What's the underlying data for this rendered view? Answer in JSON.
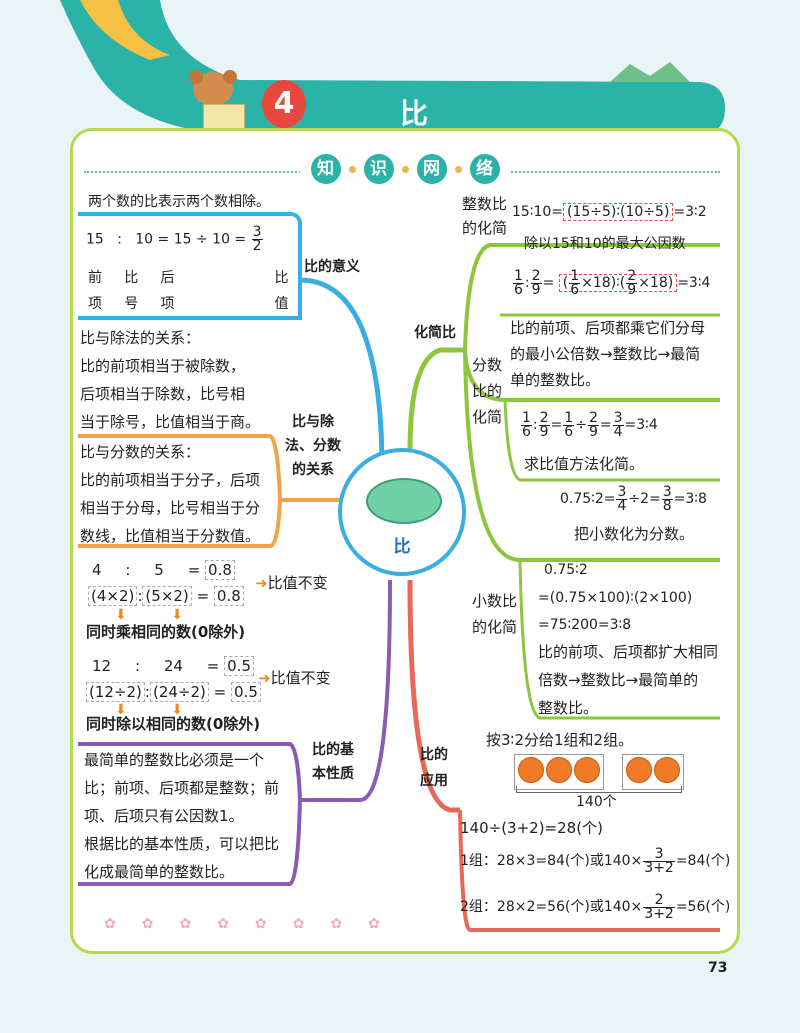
{
  "header": {
    "chapter_number": "4",
    "chapter_title": "比",
    "section_title": [
      "知",
      "识",
      "网",
      "络"
    ]
  },
  "center": {
    "label": "比"
  },
  "branches": {
    "meaning": "比的意义",
    "relation": [
      "比与除",
      "法、分数",
      "的关系"
    ],
    "basic": [
      "比的基",
      "本性质"
    ],
    "simplify": "化简比",
    "apply": [
      "比的",
      "应用"
    ]
  },
  "meaning": {
    "intro": "两个数的比表示两个数相除。",
    "expr": [
      "15",
      ":",
      "10 = 15",
      "÷",
      "10 ="
    ],
    "frac": {
      "n": "3",
      "d": "2"
    },
    "labels": [
      "前",
      "比",
      "后",
      "比"
    ],
    "labels2": [
      "项",
      "号",
      "项",
      "值"
    ]
  },
  "division": {
    "title": "比与除法的关系：",
    "lines": [
      "比的前项相当于被除数，",
      "后项相当于除数，比号相",
      "当于除号，比值相当于商。"
    ]
  },
  "fraction_rel": {
    "title": "比与分数的关系：",
    "lines": [
      "比的前项相当于分子，后项",
      "相当于分母，比号相当于分",
      "数线，比值相当于分数值。"
    ]
  },
  "property1": {
    "row1": [
      "4",
      ":",
      "5",
      "=",
      "0.8"
    ],
    "row2": [
      "(4×2)",
      ":",
      "(5×2)",
      "=",
      "0.8"
    ],
    "tag": "比值不变",
    "note": "同时乘相同的数(0除外)"
  },
  "property2": {
    "row1": [
      "12",
      ":",
      "24",
      "=",
      "0.5"
    ],
    "row2": [
      "(12÷2)",
      ":",
      "(24÷2)",
      "=",
      "0.5"
    ],
    "tag": "比值不变",
    "note": "同时除以相同的数(0除外)"
  },
  "simplest": {
    "lines": [
      "最简单的整数比必须是一个",
      "比；前项、后项都是整数；前",
      "项、后项只有公因数1。",
      "根据比的基本性质，可以把比",
      "化成最简单的整数比。"
    ]
  },
  "int_ratio": {
    "label": [
      "整数比",
      "的化简"
    ],
    "eq_left": "15∶10=",
    "eq_mid": "(15÷5)∶(10÷5)",
    "eq_right": "=3∶2",
    "note": "除以15和10的最大公因数"
  },
  "frac_ratio": {
    "label": [
      "分数",
      "比的",
      "化简"
    ],
    "eq1_tail": "=3∶4",
    "text": [
      "比的前项、后项都乘它们分母",
      "的最小公倍数→整数比→最简",
      "单的整数比。"
    ],
    "eq2_tail": "=3∶4",
    "note": "求比值方法化简。",
    "f1n": "1",
    "f1d": "6",
    "f2n": "2",
    "f2d": "9",
    "mult": "×18",
    "f3n": "3",
    "f3d": "4"
  },
  "decimal_ratio": {
    "eq_head": "0.75∶2=",
    "f1n": "3",
    "f1d": "4",
    "f2n": "3",
    "f2d": "8",
    "eq_tail": "=3∶8",
    "note": "把小数化为分数。",
    "label": [
      "小数比",
      "的化简"
    ],
    "lines": [
      "0.75∶2",
      "=(0.75×100)∶(2×100)",
      "=75∶200=3∶8",
      "比的前项、后项都扩大相同",
      "倍数→整数比→最简单的",
      "整数比。"
    ]
  },
  "application": {
    "task": "按3∶2分给1组和2组。",
    "total": "140个",
    "line1": "140÷(3+2)=28(个)",
    "line2a": "1组：28×3=84(个)或140×",
    "line2f": {
      "n": "3",
      "d": "3+2"
    },
    "line2b": "=84(个)",
    "line3a": "2组：28×2=56(个)或140×",
    "line3f": {
      "n": "2",
      "d": "3+2"
    },
    "line3b": "=56(个)"
  },
  "page_number": "73",
  "colors": {
    "teal": "#2ab3a6",
    "green": "#8cc63f",
    "blue": "#3aaee0",
    "orange": "#f3a24c",
    "purple": "#8a5bb0",
    "red": "#e8685a"
  }
}
